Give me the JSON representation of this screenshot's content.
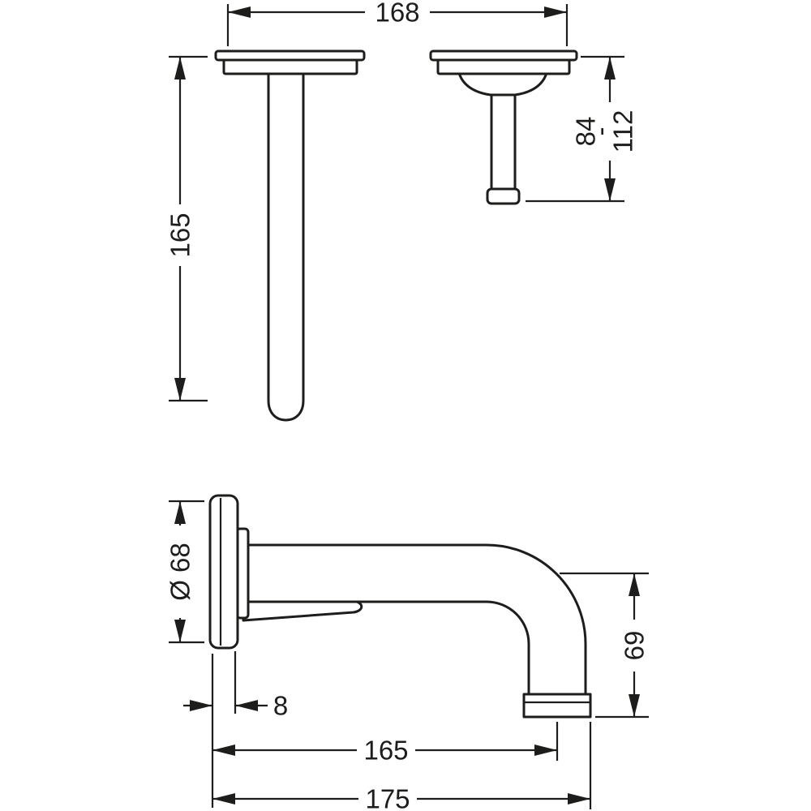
{
  "drawing": {
    "kind": "faucet-installation-dimension-drawing",
    "line_color": "#1d1d1b",
    "background_color": "#ffffff"
  },
  "dimensions": {
    "overall_width": "168",
    "spout_length": "165",
    "handle_min": "84",
    "range_dash": "-",
    "handle_max": "112",
    "escutcheon_diameter": "Ø 68",
    "wall_offset": "8",
    "outlet_drop": "69",
    "reach_center": "165",
    "reach_overall": "175"
  }
}
